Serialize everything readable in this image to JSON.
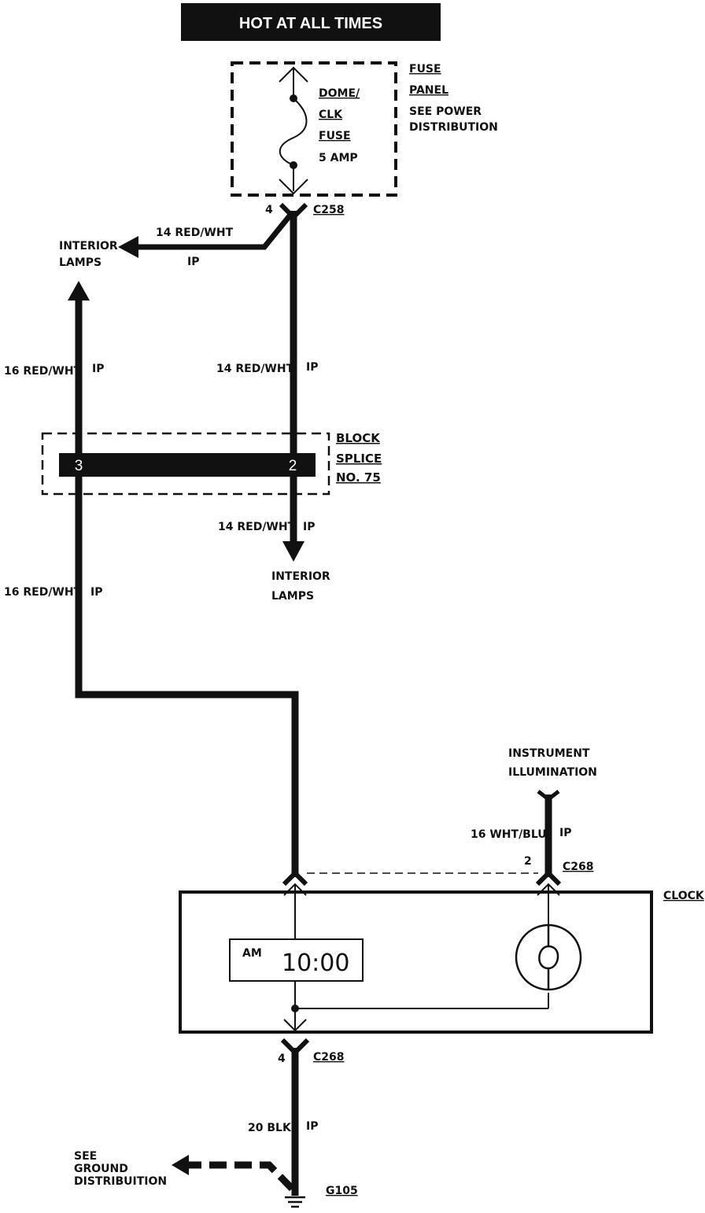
{
  "header": {
    "title": "HOT AT ALL TIMES"
  },
  "fuse_panel": {
    "label_line1": "FUSE",
    "label_line2": "PANEL",
    "note_line1": "SEE POWER",
    "note_line2": "DISTRIBUTION",
    "fuse_name_line1": "DOME/",
    "fuse_name_line2": "CLK",
    "fuse_name_line3": "FUSE",
    "fuse_rating": "5 AMP"
  },
  "connector_top": {
    "pin": "4",
    "name": "C258"
  },
  "wire_interior_top": {
    "gauge": "14 RED/WHT",
    "loc": "IP",
    "dest_line1": "INTERIOR",
    "dest_line2": "LAMPS"
  },
  "wire_left_upper": {
    "gauge": "16 RED/WHT",
    "loc": "IP"
  },
  "wire_right_upper": {
    "gauge": "14 RED/WHT",
    "loc": "IP"
  },
  "splice": {
    "line1": "BLOCK",
    "line2": "SPLICE",
    "line3": "NO. 75",
    "pin_left": "3",
    "pin_right": "2"
  },
  "wire_interior_bottom": {
    "gauge": "14 RED/WHT",
    "loc": "IP",
    "dest_line1": "INTERIOR",
    "dest_line2": "LAMPS"
  },
  "wire_left_lower": {
    "gauge": "16 RED/WHT",
    "loc": "IP"
  },
  "illumination": {
    "line1": "INSTRUMENT",
    "line2": "ILLUMINATION",
    "gauge": "16 WHT/BLU",
    "loc": "IP",
    "pin": "2",
    "connector": "C268"
  },
  "clock": {
    "label": "CLOCK",
    "am": "AM",
    "time": "10:00"
  },
  "connector_bottom": {
    "pin": "4",
    "name": "C268"
  },
  "ground_wire": {
    "gauge": "20 BLK",
    "loc": "IP"
  },
  "ground": {
    "note_line1": "SEE",
    "note_line2": "GROUND",
    "note_line3": "DISTRIBUITION",
    "name": "G105"
  }
}
